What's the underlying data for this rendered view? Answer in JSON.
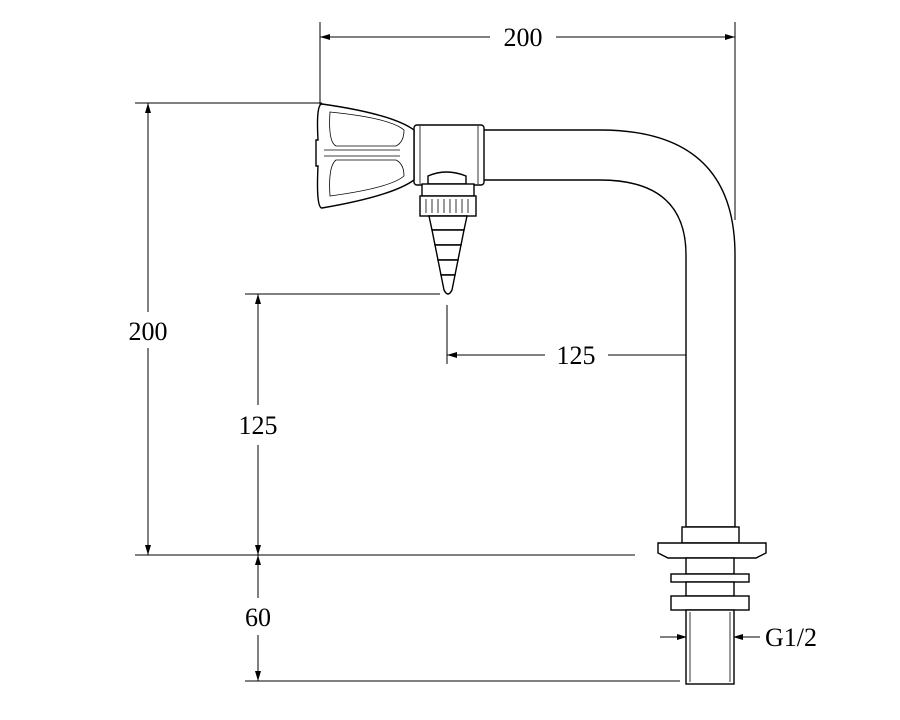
{
  "dimensions": {
    "top_width": "200",
    "total_height": "200",
    "reach": "125",
    "spout_height": "125",
    "shank_length": "60",
    "thread": "G1/2"
  }
}
